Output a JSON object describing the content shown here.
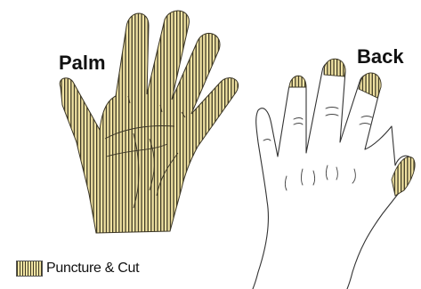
{
  "labels": {
    "palm": "Palm",
    "back": "Back"
  },
  "legend": {
    "label": "Puncture & Cut"
  },
  "colors": {
    "hatch_fill": "#f1e3a3",
    "hatch_stripe": "#3f3a25",
    "outline": "#333333"
  }
}
